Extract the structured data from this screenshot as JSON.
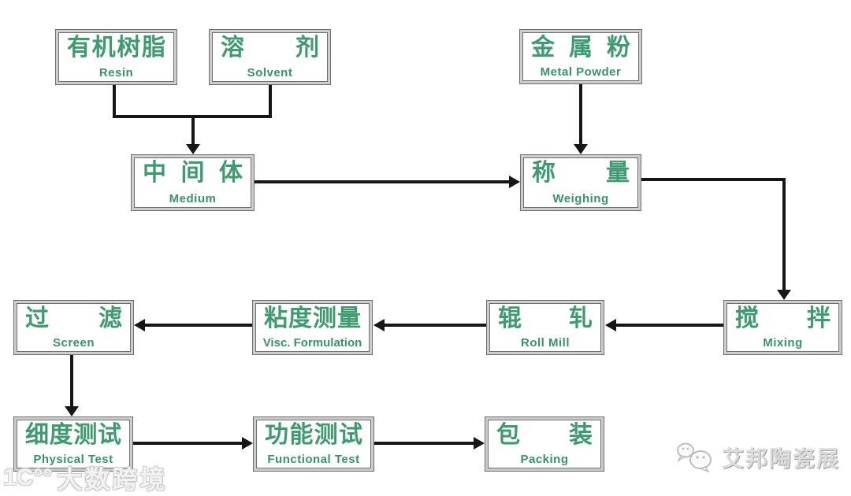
{
  "diagram": {
    "type": "flowchart",
    "colors": {
      "node_text_green": "#3e9b70",
      "node_border_dark": "#6e6e6e",
      "node_border_light": "#cdcdcd",
      "connector_black": "#161616",
      "watermark_light_gray": "#cdcdcd",
      "watermark_mid_gray": "#9e9e9e",
      "background": "#ffffff"
    },
    "nodes": {
      "resin": {
        "zh": "有机树脂",
        "en": "Resin"
      },
      "solvent": {
        "zh": "溶剂",
        "en": "Solvent"
      },
      "metal_powder": {
        "zh": "金属粉",
        "en": "Metal Powder"
      },
      "medium": {
        "zh": "中间体",
        "en": "Medium"
      },
      "weighing": {
        "zh": "称量",
        "en": "Weighing"
      },
      "screen": {
        "zh": "过滤",
        "en": "Screen"
      },
      "visc_formulation": {
        "zh": "粘度测量",
        "en": "Visc. Formulation"
      },
      "roll_mill": {
        "zh": "辊轧",
        "en": "Roll Mill"
      },
      "mixing": {
        "zh": "搅拌",
        "en": "Mixing"
      },
      "physical_test": {
        "zh": "细度测试",
        "en": "Physical Test"
      },
      "functional_test": {
        "zh": "功能测试",
        "en": "Functional Test"
      },
      "packing": {
        "zh": "包装",
        "en": "Packing"
      }
    },
    "edges": [
      {
        "from": "resin",
        "to": "medium"
      },
      {
        "from": "solvent",
        "to": "medium"
      },
      {
        "from": "metal_powder",
        "to": "weighing"
      },
      {
        "from": "medium",
        "to": "weighing"
      },
      {
        "from": "weighing",
        "to": "mixing"
      },
      {
        "from": "mixing",
        "to": "roll_mill"
      },
      {
        "from": "roll_mill",
        "to": "visc_formulation"
      },
      {
        "from": "visc_formulation",
        "to": "screen"
      },
      {
        "from": "screen",
        "to": "physical_test"
      },
      {
        "from": "physical_test",
        "to": "functional_test"
      },
      {
        "from": "functional_test",
        "to": "packing"
      }
    ]
  },
  "watermarks": {
    "left": {
      "logo_glyph": "1C°°",
      "text": "大数跨境"
    },
    "right": {
      "icon": "chat-bubbles-icon",
      "text": "艾邦陶瓷展"
    }
  }
}
